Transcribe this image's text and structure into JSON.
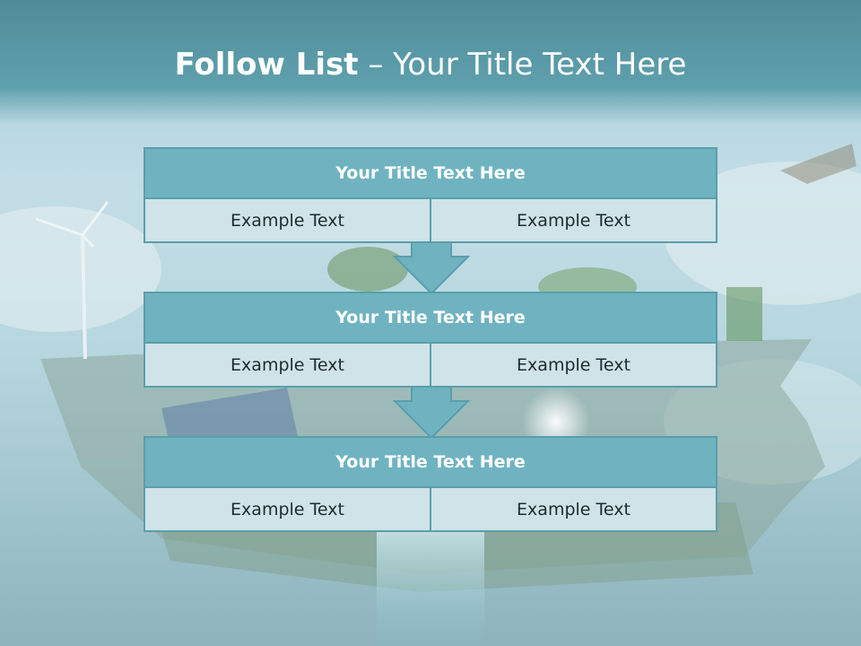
{
  "slide": {
    "title_bold": "Follow List",
    "title_rest": " – Your Title Text Here"
  },
  "blocks": [
    {
      "title": "Your Title Text Here",
      "left": "Example Text",
      "right": "Example Text"
    },
    {
      "title": "Your Title Text Here",
      "left": "Example Text",
      "right": "Example Text"
    },
    {
      "title": "Your Title Text Here",
      "left": "Example Text",
      "right": "Example Text"
    }
  ],
  "colors": {
    "header": "#5fa0ad",
    "block_title": "#6fb3c1",
    "block_cell": "#cfe3e8",
    "border": "#5b9eab"
  },
  "icons": [
    "down-arrow-icon"
  ]
}
